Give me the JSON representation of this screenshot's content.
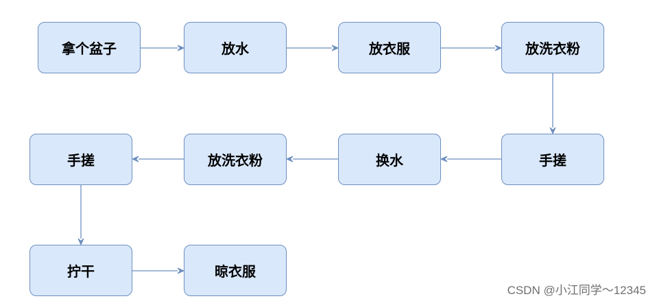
{
  "diagram": {
    "nodes": [
      {
        "id": "n1",
        "label": "拿个盆子"
      },
      {
        "id": "n2",
        "label": "放水"
      },
      {
        "id": "n3",
        "label": "放衣服"
      },
      {
        "id": "n4",
        "label": "放洗衣粉"
      },
      {
        "id": "n5",
        "label": "手搓"
      },
      {
        "id": "n6",
        "label": "换水"
      },
      {
        "id": "n7",
        "label": "放洗衣粉"
      },
      {
        "id": "n8",
        "label": "手搓"
      },
      {
        "id": "n9",
        "label": "拧干"
      },
      {
        "id": "n10",
        "label": "晾衣服"
      }
    ],
    "edges": [
      {
        "from": "n1",
        "to": "n2"
      },
      {
        "from": "n2",
        "to": "n3"
      },
      {
        "from": "n3",
        "to": "n4"
      },
      {
        "from": "n4",
        "to": "n5"
      },
      {
        "from": "n5",
        "to": "n6"
      },
      {
        "from": "n6",
        "to": "n7"
      },
      {
        "from": "n7",
        "to": "n8"
      },
      {
        "from": "n8",
        "to": "n9"
      },
      {
        "from": "n9",
        "to": "n10"
      }
    ],
    "colors": {
      "node_fill": "#dae8fc",
      "node_border": "#6c8ebf",
      "edge": "#6c8ebf"
    }
  },
  "watermark": "CSDN @小江同学～12345"
}
